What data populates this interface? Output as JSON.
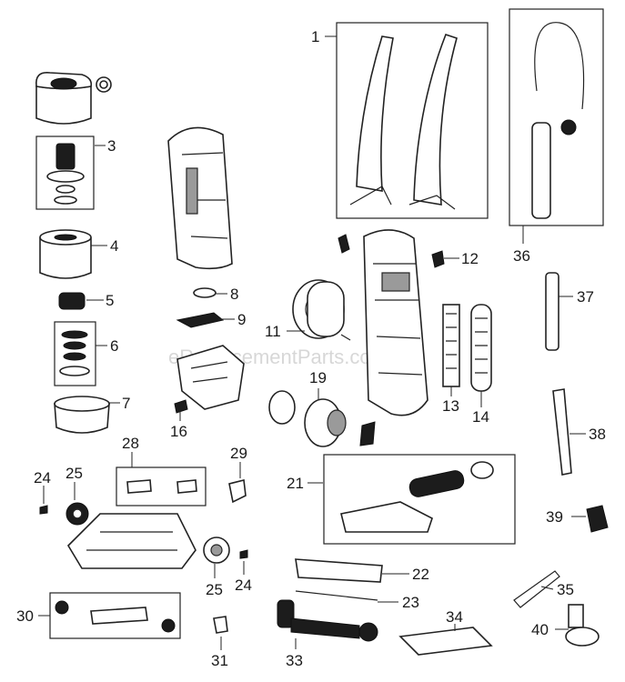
{
  "watermark": "eReplacementParts.com",
  "callouts": {
    "c1": "1",
    "c3": "3",
    "c4": "4",
    "c5": "5",
    "c6": "6",
    "c7": "7",
    "c8": "8",
    "c9": "9",
    "c11": "11",
    "c12": "12",
    "c13": "13",
    "c14": "14",
    "c16": "16",
    "c19": "19",
    "c21": "21",
    "c22": "22",
    "c23": "23",
    "c24a": "24",
    "c24b": "24",
    "c25a": "25",
    "c25b": "25",
    "c28": "28",
    "c29": "29",
    "c30": "30",
    "c31": "31",
    "c33": "33",
    "c34": "34",
    "c35": "35",
    "c36": "36",
    "c37": "37",
    "c38": "38",
    "c39": "39",
    "c40": "40"
  }
}
